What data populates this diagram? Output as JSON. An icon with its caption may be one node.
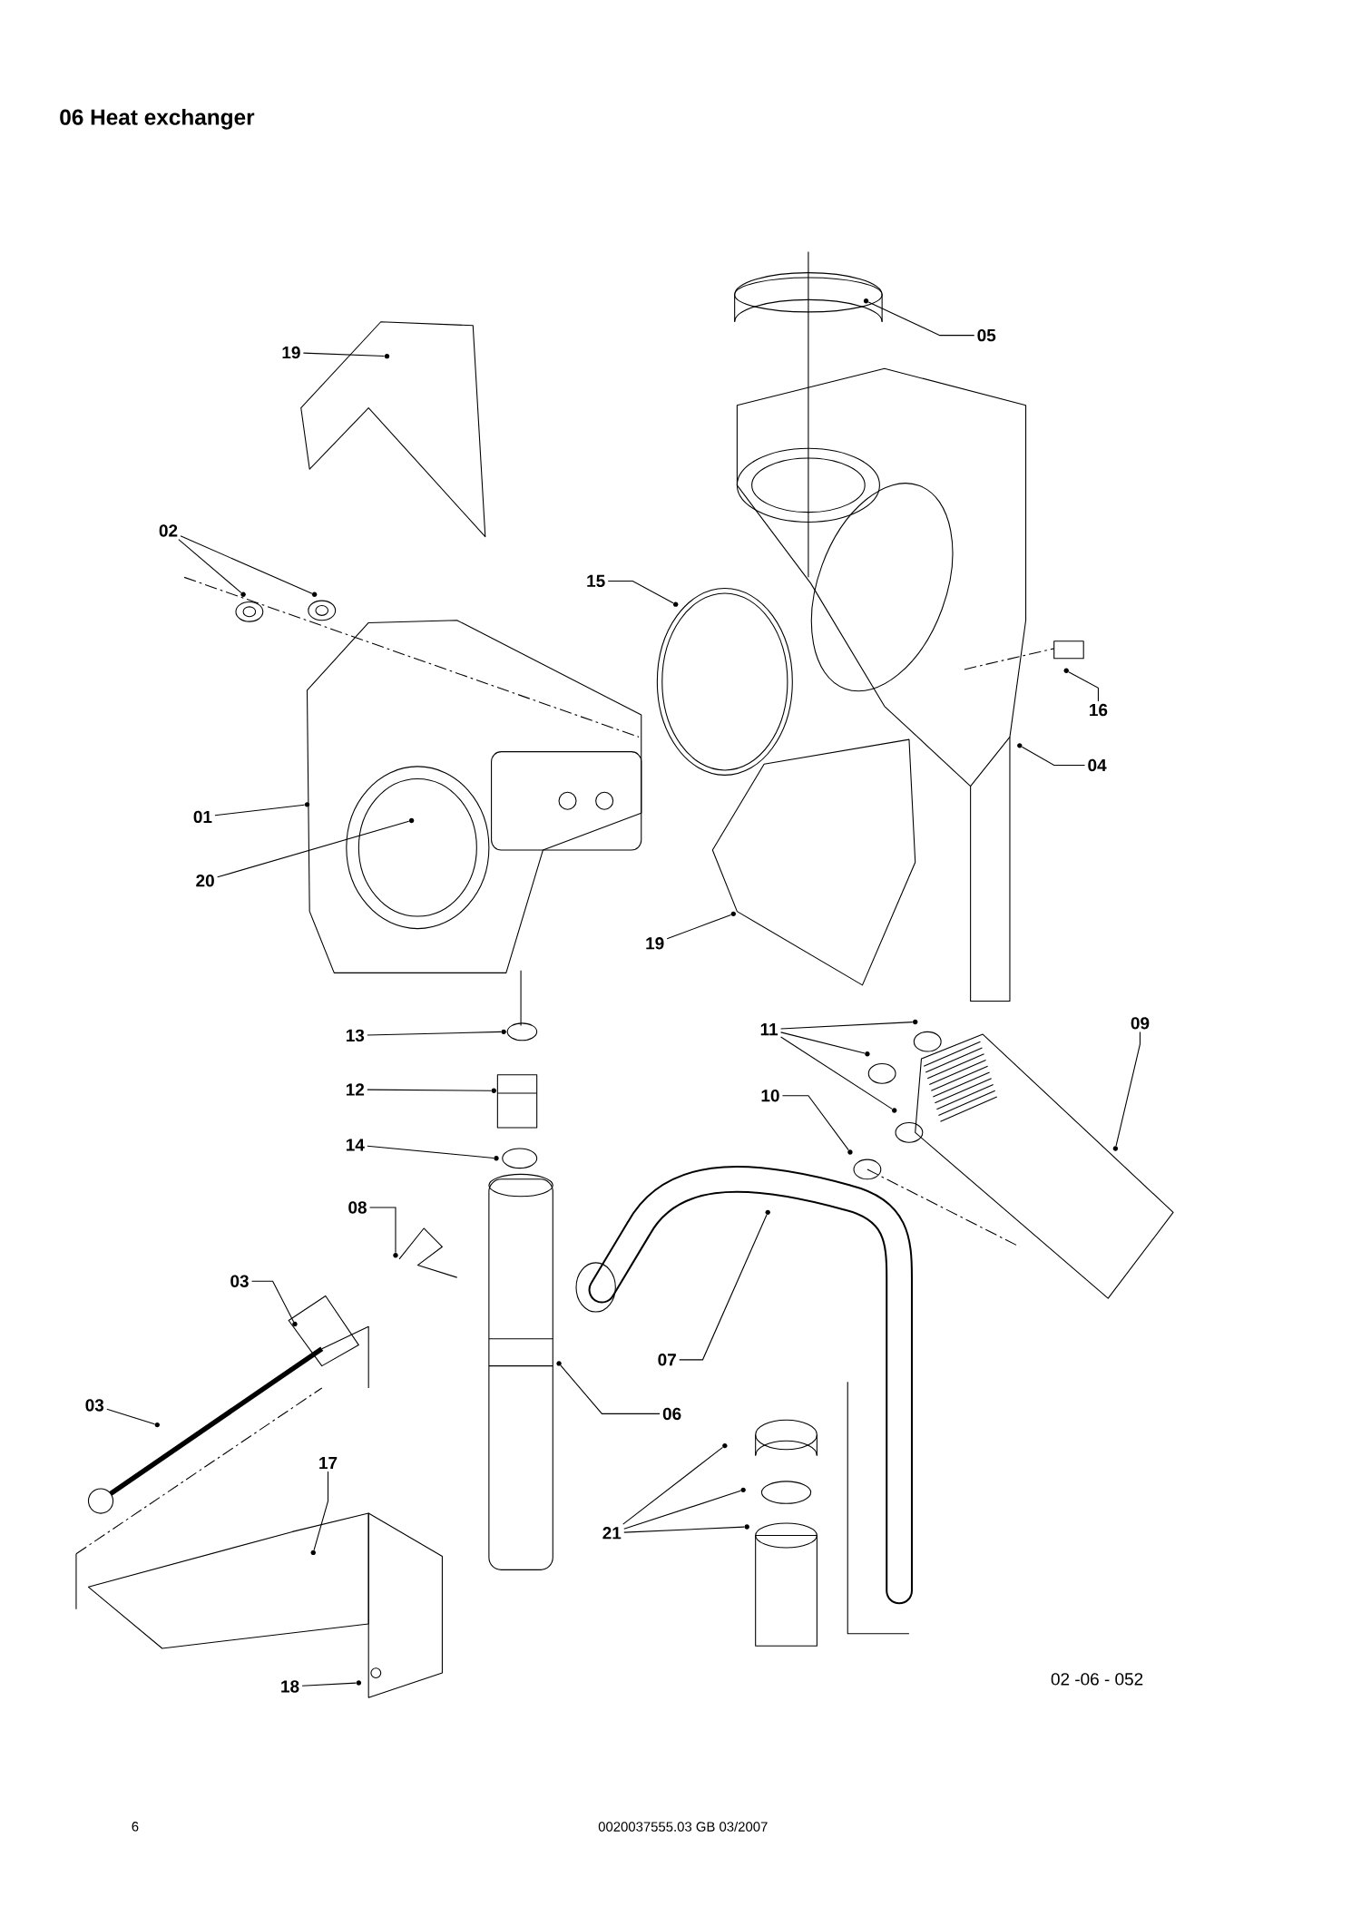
{
  "diagram": {
    "title": "06 Heat exchanger",
    "nodes": [
      {
        "text": [
          "19"
        ]
      },
      {
        "text": [
          "05"
        ]
      },
      {
        "text": [
          "02"
        ]
      },
      {
        "text": [
          "15"
        ]
      },
      {
        "text": [
          "16"
        ]
      },
      {
        "text": [
          "01"
        ]
      },
      {
        "text": [
          "04"
        ]
      },
      {
        "text": [
          "20"
        ]
      },
      {
        "text": [
          "19"
        ]
      },
      {
        "text": [
          "13"
        ]
      },
      {
        "text": [
          "11"
        ]
      },
      {
        "text": [
          "09"
        ]
      },
      {
        "text": [
          "12"
        ]
      },
      {
        "text": [
          "10"
        ]
      },
      {
        "text": [
          "14"
        ]
      },
      {
        "text": [
          "08"
        ]
      },
      {
        "text": [
          "03"
        ]
      },
      {
        "text": [
          "07"
        ]
      },
      {
        "text": [
          "03"
        ]
      },
      {
        "text": [
          "06"
        ]
      },
      {
        "text": [
          "17"
        ]
      },
      {
        "text": [
          "21"
        ]
      },
      {
        "text": [
          "18"
        ]
      },
      {
        "text": [],
        "shape": "circle"
      },
      {
        "text": [],
        "shape": "circle"
      },
      {
        "text": [],
        "shape": "circle"
      },
      {
        "text": [],
        "shape": "circle"
      },
      {
        "text": [],
        "shape": "circle"
      },
      {
        "text": [],
        "shape": "circle"
      },
      {
        "text": [],
        "shape": "circle"
      },
      {
        "text": [],
        "shape": "circle"
      },
      {
        "text": [],
        "shape": "circle"
      },
      {
        "text": [],
        "shape": "circle"
      },
      {
        "text": [],
        "shape": "circle"
      },
      {
        "text": [],
        "shape": "circle"
      },
      {
        "text": [],
        "shape": "circle"
      },
      {
        "text": [],
        "shape": "circle"
      },
      {
        "text": [],
        "shape": "circle"
      },
      {
        "text": [],
        "shape": "circle"
      },
      {
        "text": [],
        "shape": "circle"
      },
      {
        "text": [],
        "shape": "circle"
      },
      {
        "text": [],
        "shape": "circle"
      },
      {
        "text": [],
        "shape": "circle"
      },
      {
        "text": [],
        "shape": "circle"
      },
      {
        "text": [],
        "shape": "circle"
      },
      {
        "text": [],
        "shape": "circle"
      },
      {
        "text": [],
        "shape": "circle"
      },
      {
        "text": [],
        "shape": "circle"
      },
      {
        "text": [],
        "shape": "circle"
      },
      {
        "text": [],
        "shape": "circle"
      },
      {
        "text": [],
        "shape": "circle"
      }
    ],
    "edges": [
      {
        "from": 0,
        "to": 23,
        "arrow": "none"
      },
      {
        "from": 1,
        "to": 24,
        "arrow": "none"
      },
      {
        "from": 2,
        "to": 25,
        "arrow": "none"
      },
      {
        "from": 2,
        "to": 26,
        "arrow": "none"
      },
      {
        "from": 3,
        "to": 27,
        "arrow": "none"
      },
      {
        "from": 4,
        "to": 28,
        "arrow": "none"
      },
      {
        "from": 5,
        "to": 29,
        "arrow": "none"
      },
      {
        "from": 6,
        "to": 30,
        "arrow": "none"
      },
      {
        "from": 7,
        "to": 31,
        "arrow": "none"
      },
      {
        "from": 8,
        "to": 32,
        "arrow": "none"
      },
      {
        "from": 9,
        "to": 33,
        "arrow": "none"
      },
      {
        "from": 10,
        "to": 34,
        "arrow": "none"
      },
      {
        "from": 10,
        "to": 35,
        "arrow": "none"
      },
      {
        "from": 10,
        "to": 36,
        "arrow": "none"
      },
      {
        "from": 11,
        "to": 37,
        "arrow": "none"
      },
      {
        "from": 12,
        "to": 38,
        "arrow": "none"
      },
      {
        "from": 13,
        "to": 39,
        "arrow": "none"
      },
      {
        "from": 14,
        "to": 40,
        "arrow": "none"
      },
      {
        "from": 15,
        "to": 41,
        "arrow": "none"
      },
      {
        "from": 16,
        "to": 42,
        "arrow": "none"
      },
      {
        "from": 17,
        "to": 43,
        "arrow": "none"
      },
      {
        "from": 18,
        "to": 44,
        "arrow": "none"
      },
      {
        "from": 19,
        "to": 45,
        "arrow": "none"
      },
      {
        "from": 20,
        "to": 46,
        "arrow": "none"
      },
      {
        "from": 21,
        "to": 47,
        "arrow": "none"
      },
      {
        "from": 21,
        "to": 48,
        "arrow": "none"
      },
      {
        "from": 21,
        "to": 49,
        "arrow": "none"
      },
      {
        "from": 22,
        "to": 50,
        "arrow": "none"
      }
    ],
    "labels": [
      "02 -06 - 052",
      "6",
      "0020037555.03 GB 03/2007"
    ]
  }
}
